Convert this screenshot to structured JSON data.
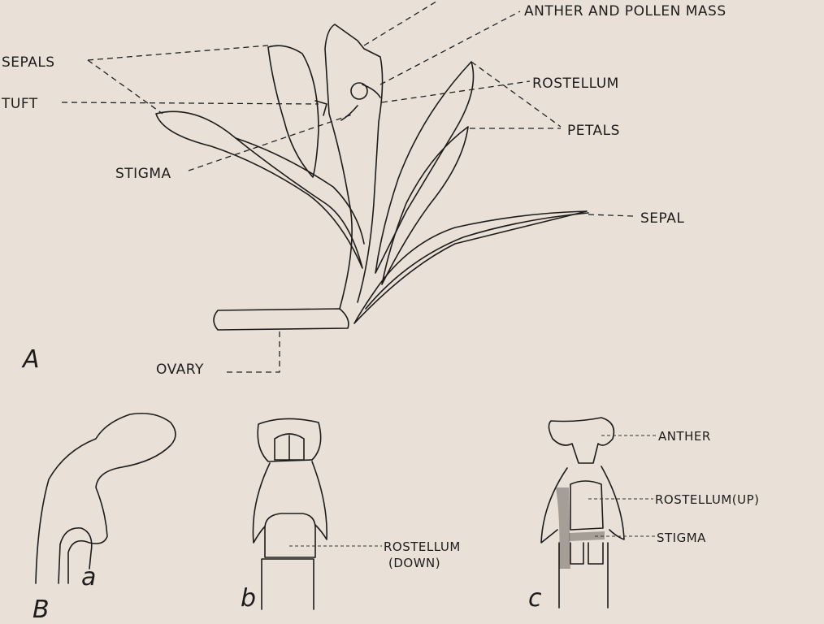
{
  "figure_A": {
    "panel_letter": "A",
    "labels": {
      "anther_pollen": "ANTHER AND POLLEN MASS",
      "sepals": "SEPALS",
      "tuft": "TUFT",
      "rostellum": "ROSTELLUM",
      "petals": "PETALS",
      "stigma": "STIGMA",
      "sepal": "SEPAL",
      "ovary": "OVARY"
    }
  },
  "figure_B": {
    "panel_letter": "B",
    "sub_a": "a",
    "sub_b": "b",
    "sub_c": "c",
    "labels": {
      "rostellum_down_1": "ROSTELLUM",
      "rostellum_down_2": "(DOWN)",
      "anther": "ANTHER",
      "rostellum_up": "ROSTELLUM(UP)",
      "stigma": "STIGMA"
    }
  }
}
